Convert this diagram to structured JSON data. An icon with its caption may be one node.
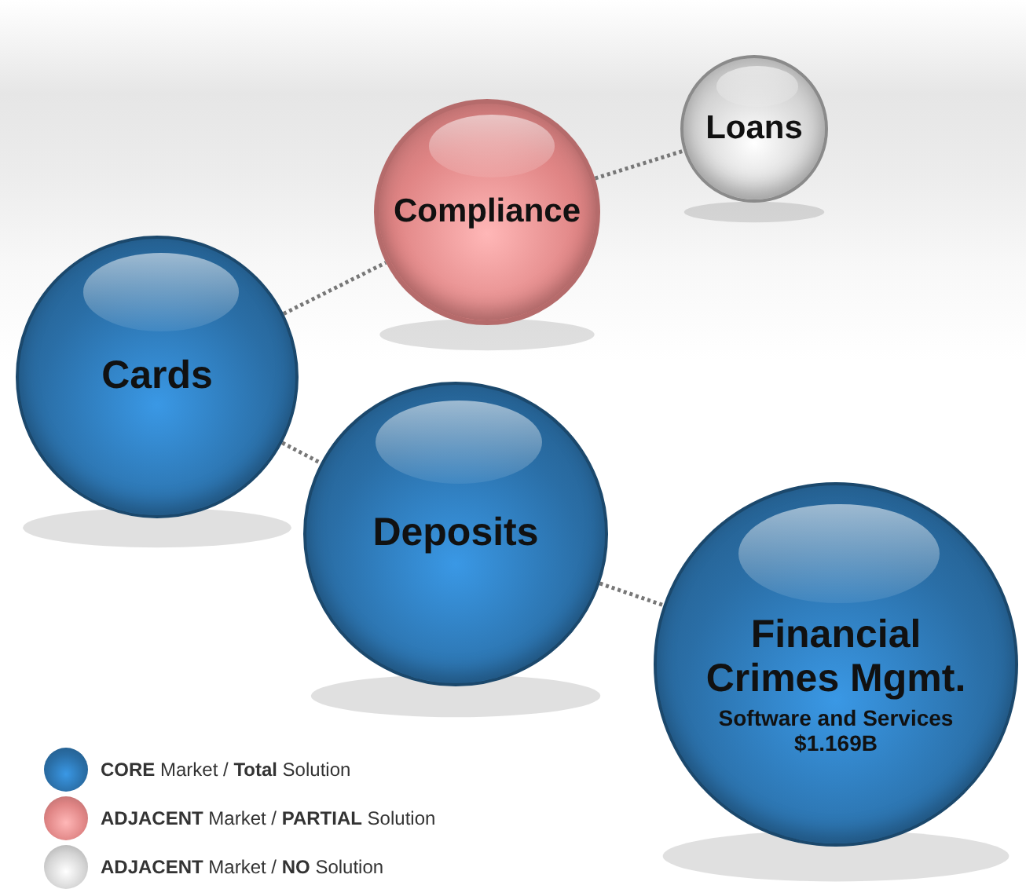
{
  "diagram": {
    "nodes": [
      {
        "text": [
          "Loans"
        ]
      },
      {
        "text": [
          "Compliance"
        ]
      },
      {
        "text": [
          "Cards"
        ]
      },
      {
        "text": [
          "Deposits"
        ]
      },
      {
        "text": [
          "Financial Crimes Mgmt.",
          "Software and Services $1.169B"
        ]
      }
    ],
    "edges": [
      {
        "from": 1,
        "to": 0,
        "arrow": "none"
      },
      {
        "from": 2,
        "to": 1,
        "arrow": "none"
      },
      {
        "from": 2,
        "to": 3,
        "arrow": "none"
      },
      {
        "from": 3,
        "to": 4,
        "arrow": "none"
      }
    ],
    "legend": [
      {
        "text": "**CORE** Market / **Total** Solution",
        "color": "#2a6ea6"
      },
      {
        "text": "**ADJACENT** Market / **PARTIAL** Solution",
        "color": "#e08585"
      },
      {
        "text": "**ADJACENT** Market / **NO** Solution",
        "color": "#d4d4d4"
      }
    ]
  }
}
